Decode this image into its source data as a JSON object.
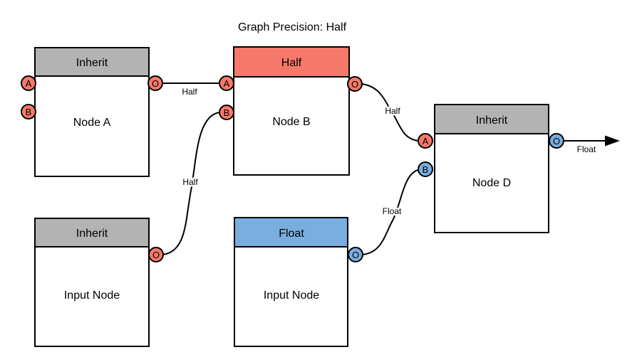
{
  "title": "Graph Precision: Half",
  "colors": {
    "half": "#f5796a",
    "float": "#79aede",
    "inherit": "#b3b3b3",
    "edge": "#000000",
    "node_body": "#ffffff"
  },
  "nodes": [
    {
      "header": "Inherit",
      "label": "Node A",
      "ports": {
        "a": "A",
        "b": "B",
        "o": "O"
      }
    },
    {
      "header": "Half",
      "label": "Node B",
      "ports": {
        "a": "A",
        "b": "B",
        "o": "O"
      }
    },
    {
      "header": "Inherit",
      "label": "Input Node",
      "ports": {
        "o": "O"
      }
    },
    {
      "header": "Float",
      "label": "Input Node",
      "ports": {
        "o": "O"
      }
    },
    {
      "header": "Inherit",
      "label": "Node D",
      "ports": {
        "a": "A",
        "b": "B",
        "o": "O"
      }
    }
  ],
  "edges": [
    {
      "from": "Node A.O",
      "to": "Node B.A",
      "label": "Half"
    },
    {
      "from": "Input Node.O",
      "to": "Node B.B",
      "label": "Half"
    },
    {
      "from": "Node B.O",
      "to": "Node D.A",
      "label": "Half"
    },
    {
      "from": "Input Node (Float).O",
      "to": "Node D.B",
      "label": "Float"
    },
    {
      "from": "Node D.O",
      "to": "graph output",
      "label": "Float"
    }
  ]
}
